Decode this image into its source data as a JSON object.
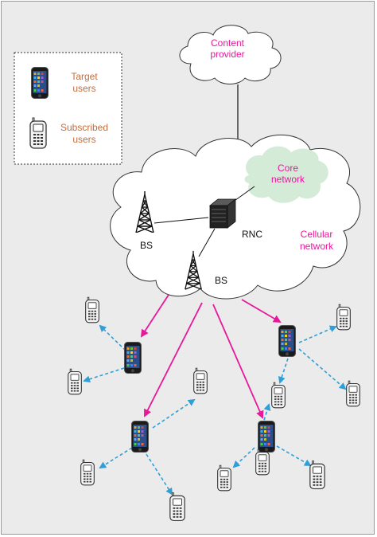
{
  "legend": {
    "target_users": [
      "Target",
      "users"
    ],
    "subscribed_users": [
      "Subscribed",
      "users"
    ]
  },
  "cloud_labels": {
    "content_provider": [
      "Content",
      "provider"
    ],
    "core_network": [
      "Core",
      "network"
    ],
    "cellular_network": [
      "Cellular",
      "network"
    ]
  },
  "node_labels": {
    "bs_left": "BS",
    "bs_center": "BS",
    "rnc": "RNC"
  },
  "colors": {
    "background": "#ebebeb",
    "cloud_fill": "#ffffff",
    "core_fill": "#d4ecd7",
    "pink_arrow": "#e8189a",
    "blue_dashed": "#2f9fd8",
    "legend_text": "#c06e3e",
    "label_pink": "#e8189a"
  },
  "icons": {
    "tower": "antenna-tower-icon",
    "rnc": "rnc-server-icon",
    "target_phone": "smartphone-icon",
    "subscribed_phone": "feature-phone-icon"
  }
}
